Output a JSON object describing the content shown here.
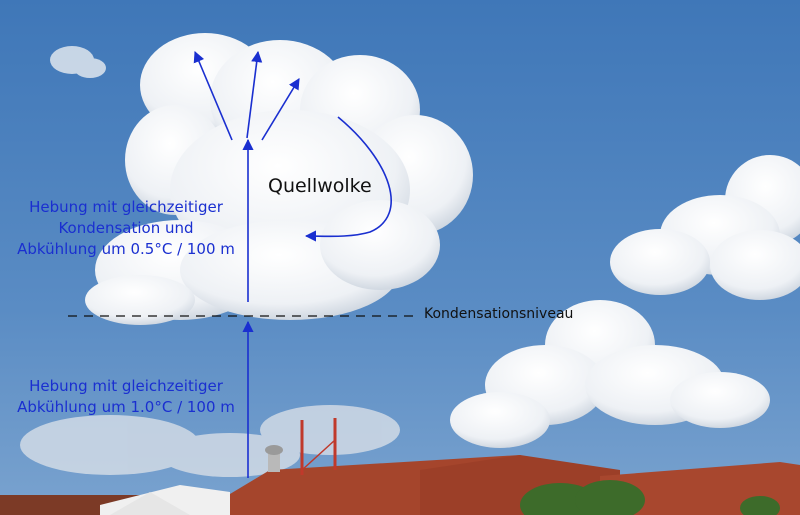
{
  "labels": {
    "upper_lines": [
      "Hebung mit gleichzeitiger",
      "Kondensation und",
      "Abkühlung um 0.5°C / 100 m"
    ],
    "lower_lines": [
      "Hebung mit gleichzeitiger",
      "Abkühlung um 1.0°C / 100 m"
    ],
    "cloud_name": "Quellwolke",
    "level_name": "Kondensationsniveau"
  },
  "colors": {
    "sky_top": "#3f77b8",
    "sky_bottom": "#6b98c8",
    "cloud": "#f4f6f8",
    "cloud_shadow": "#bfc8d4",
    "arrow": "#1a2fd0",
    "roof": "#a5452c",
    "text": "#111111"
  },
  "icons": {
    "arrows": "upward-arrow",
    "rotation": "curved-arrow"
  }
}
